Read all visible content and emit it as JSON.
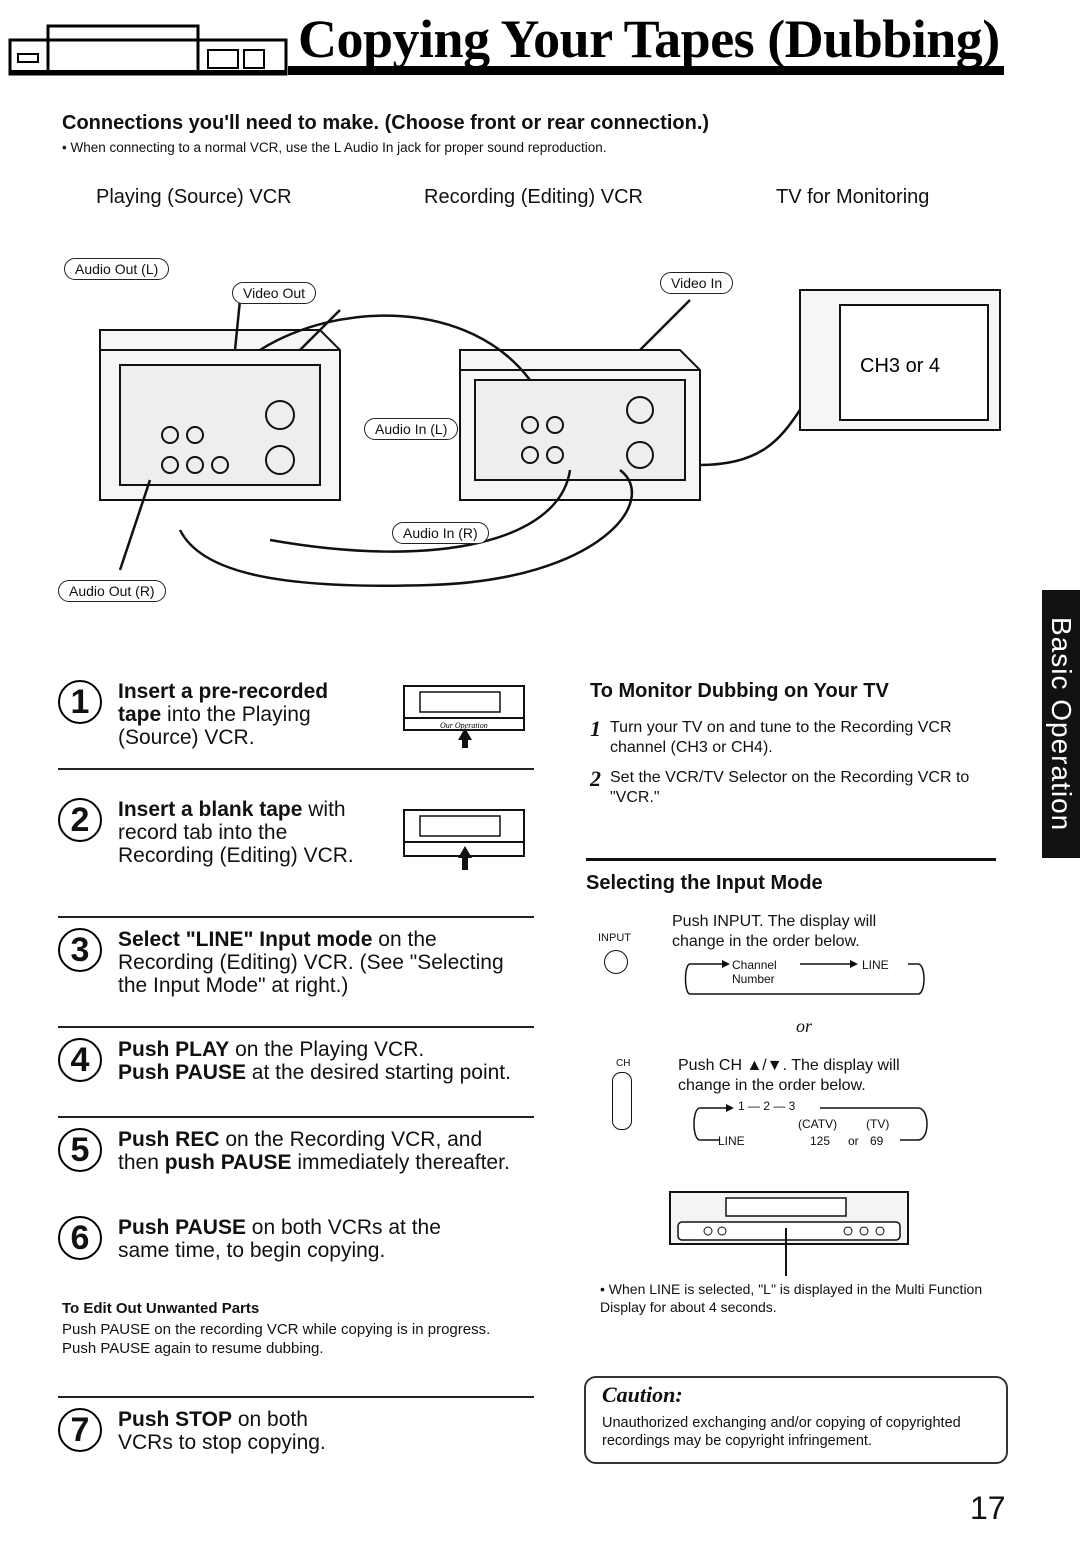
{
  "page": {
    "title": "Copying Your Tapes (Dubbing)",
    "page_number": "17",
    "side_tab": "Basic Operation"
  },
  "connections": {
    "heading": "Connections you'll need to make. (Choose front or rear connection.)",
    "note": "• When connecting to a normal VCR, use the L Audio In jack for proper sound reproduction.",
    "columns": [
      "Playing (Source) VCR",
      "Recording (Editing) VCR",
      "TV for Monitoring"
    ],
    "labels": {
      "audio_out_l": "Audio Out (L)",
      "video_out": "Video Out",
      "video_in": "Video In",
      "audio_in_l": "Audio In (L)",
      "audio_in_r": "Audio In (R)",
      "audio_out_r": "Audio Out (R)",
      "tv_channel": "CH3 or 4"
    }
  },
  "steps": [
    {
      "num": "1",
      "bold": "Insert a pre-recorded tape",
      "rest": " into the Playing (Source) VCR."
    },
    {
      "num": "2",
      "bold": "Insert a blank tape",
      "rest": " with record tab into the Recording (Editing) VCR."
    },
    {
      "num": "3",
      "bold": "Select \"LINE\" Input mode",
      "rest": " on the Recording (Editing) VCR. (See \"Selecting the Input Mode\" at right.)"
    },
    {
      "num": "4",
      "line1_bold": "Push PLAY",
      "line1_rest": " on the Playing VCR.",
      "line2_bold": "Push PAUSE",
      "line2_rest": " at the desired starting point."
    },
    {
      "num": "5",
      "line1_bold": "Push REC",
      "line1_rest": " on the Recording VCR, and",
      "line2_pre": "then ",
      "line2_bold": "push PAUSE",
      "line2_rest": " immediately thereafter."
    },
    {
      "num": "6",
      "bold": "Push PAUSE",
      "rest": " on both VCRs at the same time, to begin copying."
    },
    {
      "num": "7",
      "bold": "Push STOP",
      "rest": " on both VCRs to stop copying."
    }
  ],
  "tape_label": "Our Operation",
  "edit_out": {
    "heading": "To Edit Out Unwanted Parts",
    "text": "Push PAUSE on the recording VCR while copying is in progress. Push PAUSE again to resume dubbing."
  },
  "monitor": {
    "heading": "To Monitor Dubbing on Your TV",
    "items": [
      {
        "num": "1",
        "text": "Turn your TV on and tune to the Recording VCR channel (CH3 or CH4)."
      },
      {
        "num": "2",
        "text": "Set the VCR/TV Selector on the Recording VCR to \"VCR.\""
      }
    ]
  },
  "input_mode": {
    "heading": "Selecting the Input Mode",
    "input_label": "INPUT",
    "input_text": "Push INPUT. The display will change in the order below.",
    "cycle1": {
      "a": "Channel",
      "a2": "Number",
      "b": "LINE"
    },
    "or": "or",
    "ch_label": "CH",
    "ch_text": "Push CH ▲/▼. The display will change in the order below.",
    "cycle2": {
      "top": "1 — 2 — 3",
      "catv": "(CATV)",
      "tv": "(TV)",
      "line": "LINE",
      "v125": "125",
      "or_small": "or",
      "v69": "69"
    },
    "note": "• When LINE is selected, \"L\" is displayed in the Multi Function Display for about 4 seconds."
  },
  "caution": {
    "title": "Caution:",
    "text": "Unauthorized exchanging and/or copying of copyrighted recordings may be copyright infringement."
  }
}
